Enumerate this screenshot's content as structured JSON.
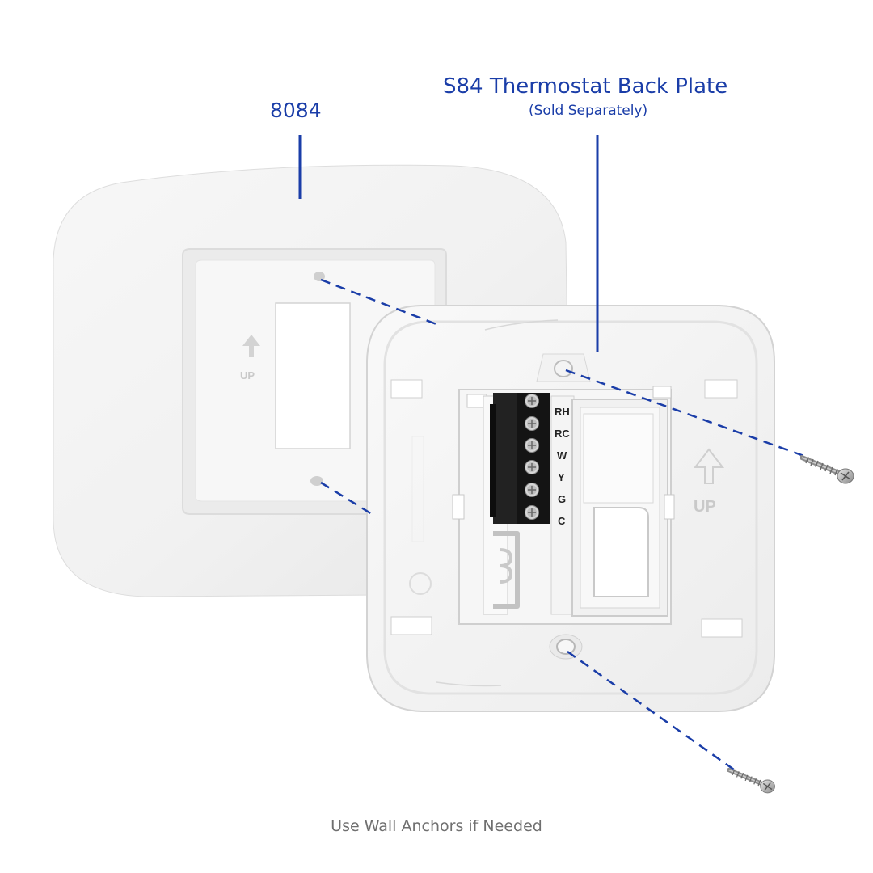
{
  "labels": {
    "wall_plate": "8084",
    "back_plate": "S84 Thermostat Back Plate",
    "back_plate_note": "(Sold Separately)",
    "footer": "Use Wall Anchors if Needed"
  },
  "terminals": [
    "RH",
    "RC",
    "W",
    "Y",
    "G",
    "C"
  ],
  "up_marks": {
    "wall_plate": "UP",
    "back_plate": "UP"
  },
  "icons": {
    "up_arrow": "up-arrow-icon",
    "screw": "screw-icon",
    "terminal_screw": "terminal-screw-icon"
  },
  "colors": {
    "label": "#1a3da8",
    "leader_line": "#1a3da8",
    "dashed_line": "#1a3da8",
    "footer_text": "#6f6f6f",
    "terminal_block": "#141414"
  }
}
